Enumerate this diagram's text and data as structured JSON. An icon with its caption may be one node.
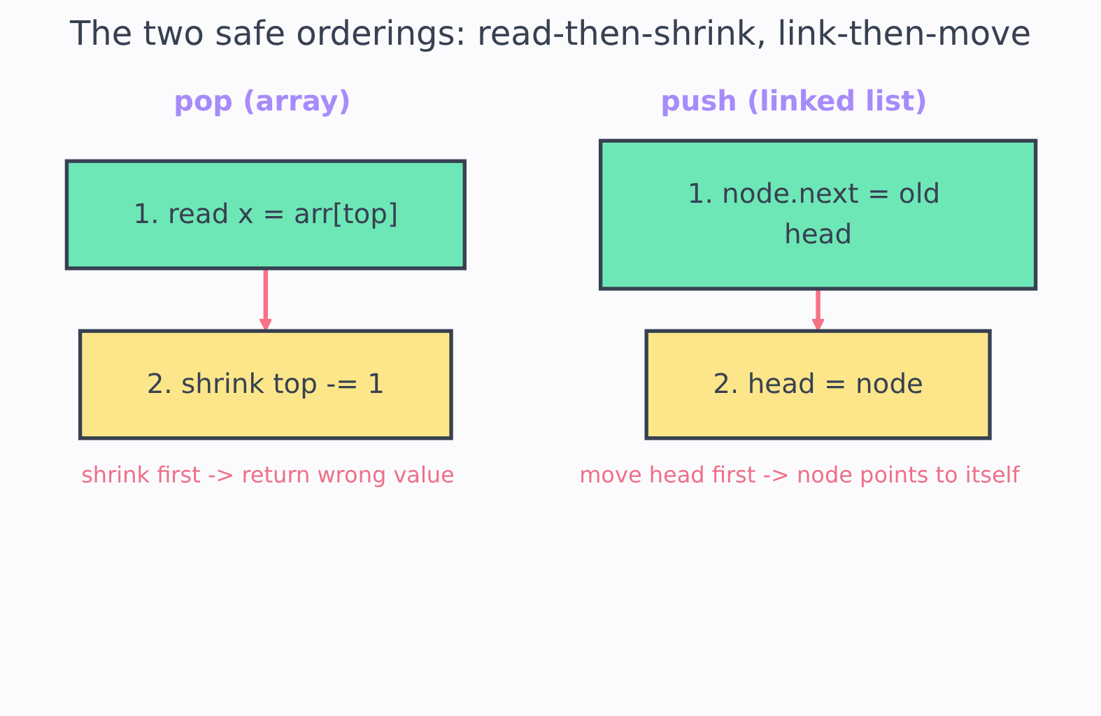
{
  "diagram": {
    "title": "The two safe orderings: read-then-shrink, link-then-move",
    "nodes": [
      {
        "text": [
          "1. read x = arr[top]"
        ]
      },
      {
        "text": [
          "2. shrink top -= 1"
        ]
      },
      {
        "text": [
          "1. node.next = old head"
        ]
      },
      {
        "text": [
          "2. head = node"
        ]
      }
    ],
    "edges": [
      {
        "from": 0,
        "to": 1,
        "arrow": "to"
      },
      {
        "from": 2,
        "to": 3,
        "arrow": "to"
      }
    ],
    "labels": [
      "pop (array)",
      "push (linked list)",
      "shrink first -> return wrong value",
      "move head first -> node points to itself"
    ]
  }
}
